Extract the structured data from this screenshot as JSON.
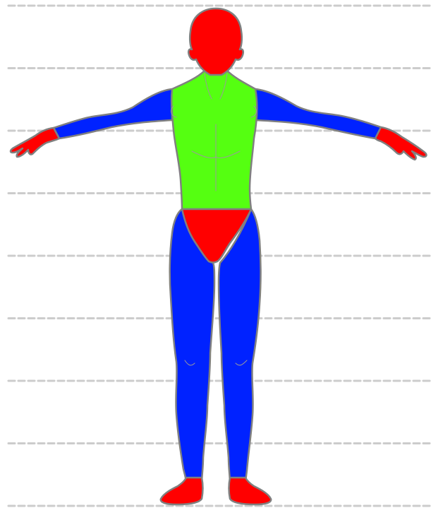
{
  "diagram": {
    "guide_line_count": 9,
    "guide_style": "dashed",
    "colors": {
      "guide": "#cccccc",
      "outline": "#808080",
      "red": "#ff0000",
      "green": "#55ff11",
      "blue": "#0022ff",
      "background": "#ffffff"
    },
    "regions": [
      {
        "part": "head",
        "color": "red"
      },
      {
        "part": "torso",
        "color": "green"
      },
      {
        "part": "left-arm",
        "color": "blue"
      },
      {
        "part": "right-arm",
        "color": "blue"
      },
      {
        "part": "left-hand",
        "color": "red"
      },
      {
        "part": "right-hand",
        "color": "red"
      },
      {
        "part": "pelvis",
        "color": "red"
      },
      {
        "part": "left-leg",
        "color": "blue"
      },
      {
        "part": "right-leg",
        "color": "blue"
      },
      {
        "part": "left-foot",
        "color": "red"
      },
      {
        "part": "right-foot",
        "color": "red"
      }
    ]
  }
}
